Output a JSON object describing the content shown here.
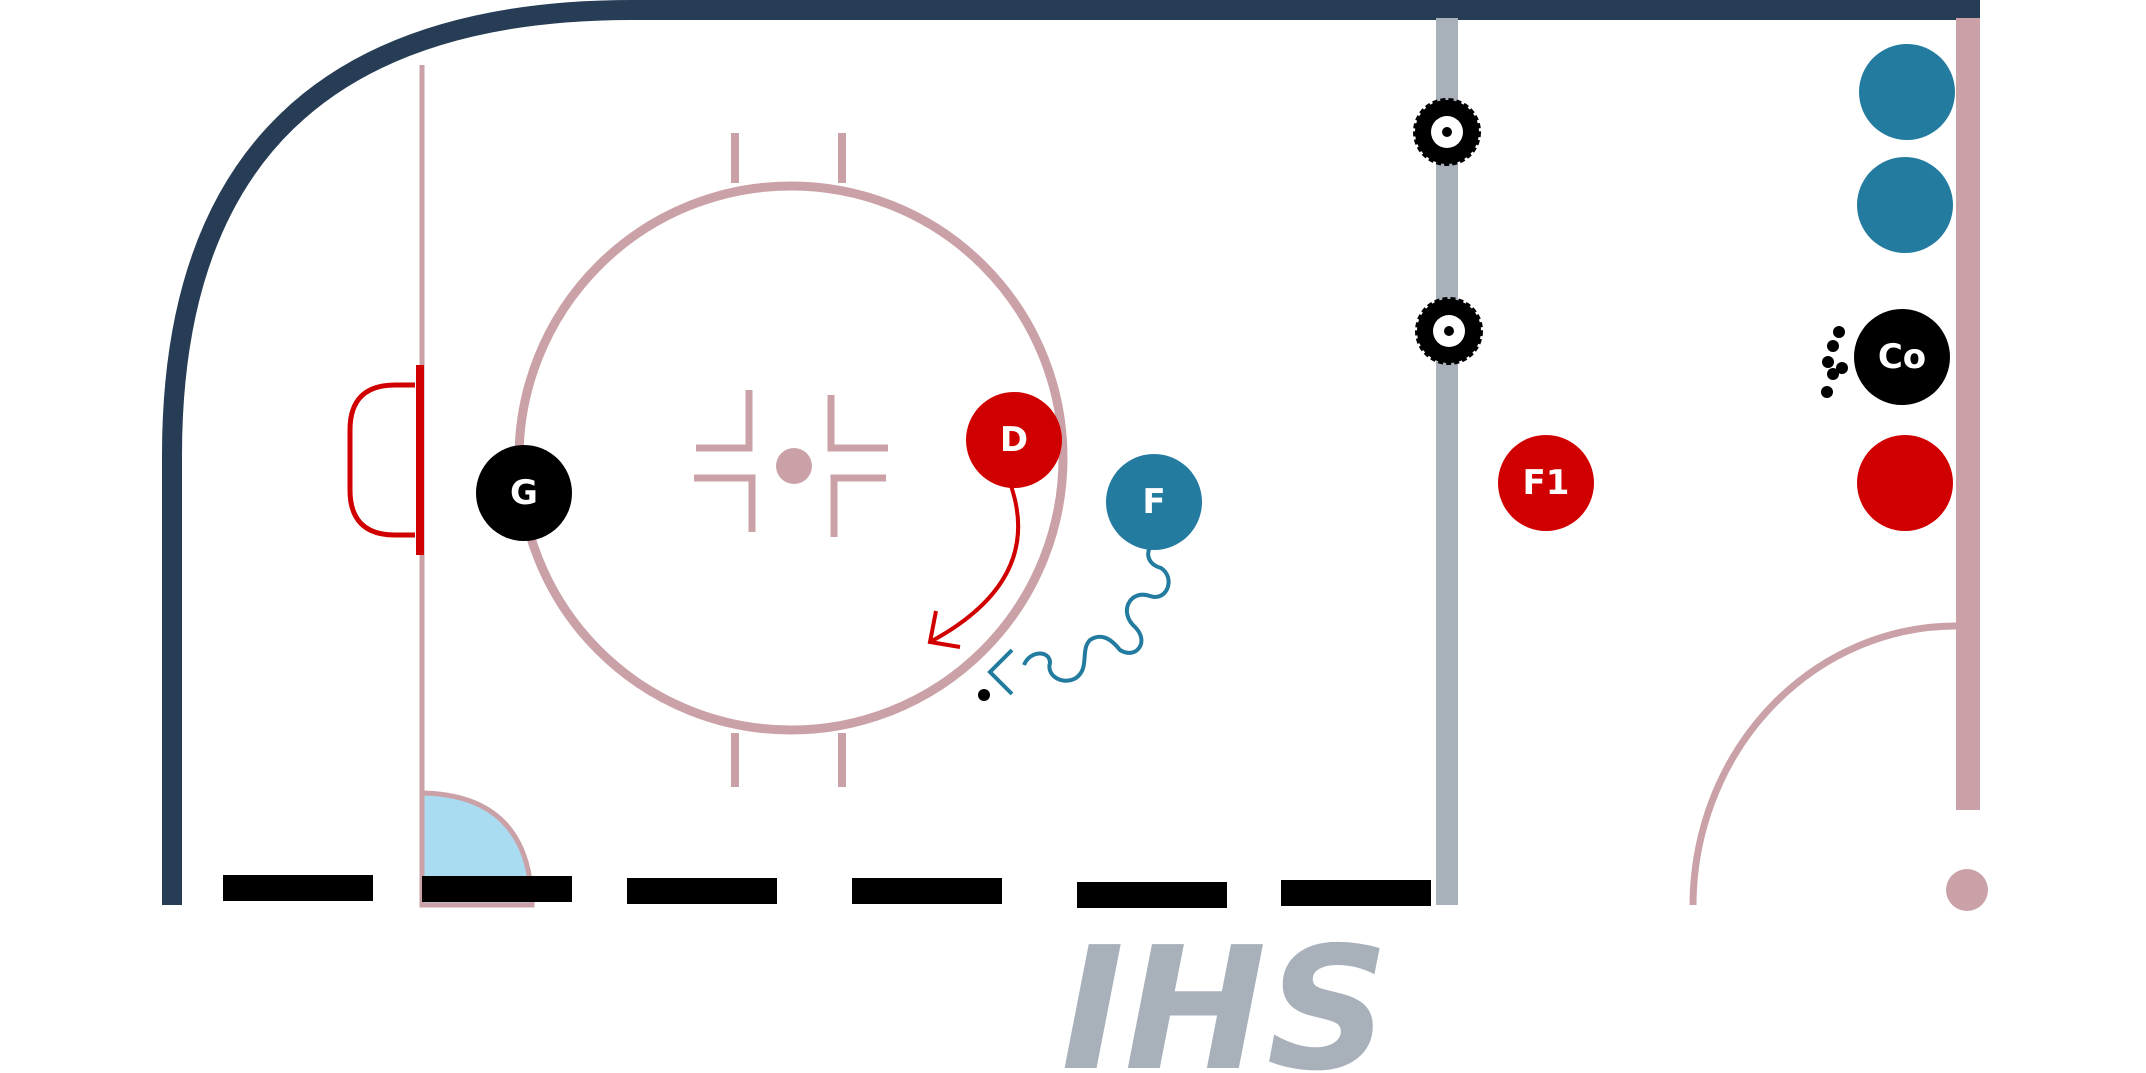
{
  "colors": {
    "boards": "#263d55",
    "rink_line": "#cba1a8",
    "blue_line": "#a8b1ba",
    "crease": "#aadcf1",
    "red": "#d10000",
    "blue_player": "#247ba0",
    "black": "#000000",
    "logo": "#a8b1ba"
  },
  "players": {
    "goalie": {
      "label": "G",
      "role": "goalie",
      "color": "#000000"
    },
    "defense": {
      "label": "D",
      "role": "defense",
      "color": "#d10000"
    },
    "forward": {
      "label": "F",
      "role": "forward",
      "color": "#247ba0"
    },
    "forward1": {
      "label": "F1",
      "role": "forward",
      "color": "#d10000"
    },
    "coach": {
      "label": "Co",
      "role": "coach",
      "color": "#000000"
    },
    "bench_blue_1": {
      "label": "",
      "color": "#247ba0"
    },
    "bench_blue_2": {
      "label": "",
      "color": "#247ba0"
    },
    "bench_red": {
      "label": "",
      "color": "#d10000"
    }
  },
  "equipment": {
    "tires": [
      "tire-icon",
      "tire-icon"
    ],
    "pucks": "puck-icon"
  },
  "logo": {
    "text": "IHS"
  }
}
